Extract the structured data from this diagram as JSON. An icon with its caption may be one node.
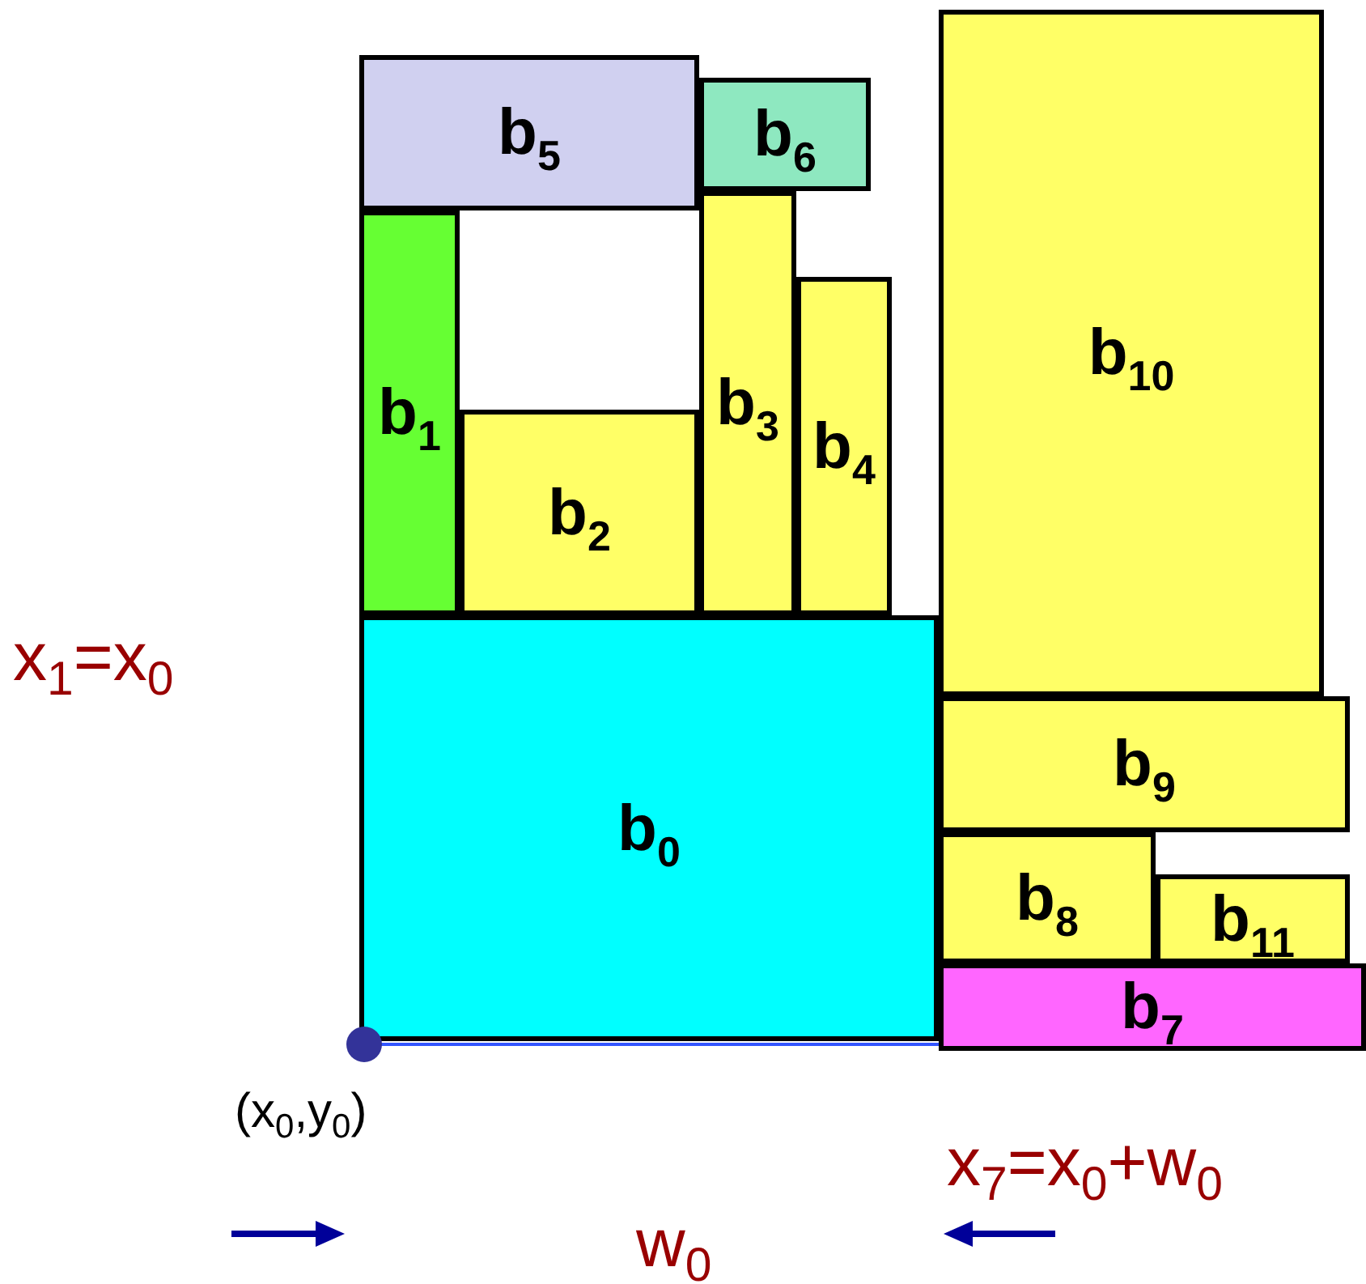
{
  "diagram": {
    "nodes": [
      {
        "text": [
          "b$_{0}$"
        ]
      },
      {
        "text": [
          "b$_{1}$"
        ]
      },
      {
        "text": [
          "b$_{2}$"
        ]
      },
      {
        "text": [
          "b$_{3}$"
        ]
      },
      {
        "text": [
          "b$_{4}$"
        ]
      },
      {
        "text": [
          "b$_{5}$"
        ]
      },
      {
        "text": [
          "b$_{6}$"
        ]
      },
      {
        "text": [
          "b$_{7}$"
        ]
      },
      {
        "text": [
          "b$_{8}$"
        ]
      },
      {
        "text": [
          "b$_{9}$"
        ]
      },
      {
        "text": [
          "b$_{10}$"
        ]
      },
      {
        "text": [
          "b$_{11}$"
        ]
      }
    ],
    "edges": [],
    "labels": [
      "x$_{1}$=x$_{0}$",
      "(x$_{0}$,y$_{0}$)",
      "x$_{7}$=x$_{0}$+w$_{0}$",
      "w$_{0}$"
    ]
  }
}
